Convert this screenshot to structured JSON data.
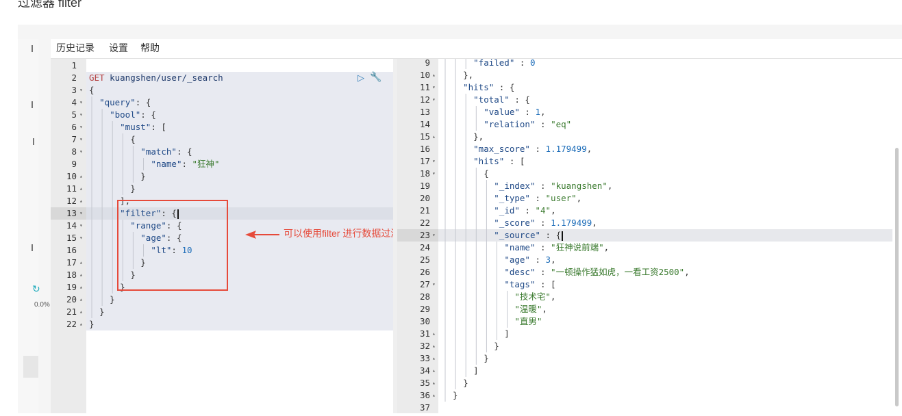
{
  "page": {
    "heading": "过滤器 filter"
  },
  "menu": [
    "历史记录",
    "设置",
    "帮助"
  ],
  "sidebar": {
    "percent": "0.0%",
    "icons": [
      "refresh-icon",
      "close-icon"
    ]
  },
  "request": {
    "active_line": 13,
    "lines": [
      [],
      [
        {
          "t": "GET ",
          "c": "method"
        },
        {
          "t": "kuangshen/user/_search",
          "c": "url"
        }
      ],
      [
        {
          "t": "{",
          "c": "punc"
        }
      ],
      [
        {
          "t": "  ",
          "c": "punc"
        },
        {
          "t": "\"query\"",
          "c": "key"
        },
        {
          "t": ": {",
          "c": "punc"
        }
      ],
      [
        {
          "t": "    ",
          "c": "punc"
        },
        {
          "t": "\"bool\"",
          "c": "key"
        },
        {
          "t": ": {",
          "c": "punc"
        }
      ],
      [
        {
          "t": "      ",
          "c": "punc"
        },
        {
          "t": "\"must\"",
          "c": "key"
        },
        {
          "t": ": [",
          "c": "punc"
        }
      ],
      [
        {
          "t": "        {",
          "c": "punc"
        }
      ],
      [
        {
          "t": "          ",
          "c": "punc"
        },
        {
          "t": "\"match\"",
          "c": "key"
        },
        {
          "t": ": {",
          "c": "punc"
        }
      ],
      [
        {
          "t": "            ",
          "c": "punc"
        },
        {
          "t": "\"name\"",
          "c": "key"
        },
        {
          "t": ": ",
          "c": "punc"
        },
        {
          "t": "\"狂神\"",
          "c": "str"
        }
      ],
      [
        {
          "t": "          }",
          "c": "punc"
        }
      ],
      [
        {
          "t": "        }",
          "c": "punc"
        }
      ],
      [
        {
          "t": "      ],",
          "c": "punc"
        }
      ],
      [
        {
          "t": "      ",
          "c": "punc"
        },
        {
          "t": "\"filter\"",
          "c": "key"
        },
        {
          "t": ": {",
          "c": "punc"
        },
        {
          "t": "",
          "c": "cursor"
        }
      ],
      [
        {
          "t": "        ",
          "c": "punc"
        },
        {
          "t": "\"range\"",
          "c": "key"
        },
        {
          "t": ": {",
          "c": "punc"
        }
      ],
      [
        {
          "t": "          ",
          "c": "punc"
        },
        {
          "t": "\"age\"",
          "c": "key"
        },
        {
          "t": ": {",
          "c": "punc"
        }
      ],
      [
        {
          "t": "            ",
          "c": "punc"
        },
        {
          "t": "\"lt\"",
          "c": "key"
        },
        {
          "t": ": ",
          "c": "punc"
        },
        {
          "t": "10",
          "c": "num"
        }
      ],
      [
        {
          "t": "          }",
          "c": "punc"
        }
      ],
      [
        {
          "t": "        }",
          "c": "punc"
        }
      ],
      [
        {
          "t": "      }",
          "c": "punc"
        }
      ],
      [
        {
          "t": "    }",
          "c": "punc"
        }
      ],
      [
        {
          "t": "  }",
          "c": "punc"
        }
      ],
      [
        {
          "t": "}",
          "c": "punc"
        }
      ]
    ],
    "folds": {
      "3": "▾",
      "4": "▾",
      "5": "▾",
      "6": "▾",
      "7": "▾",
      "8": "▾",
      "10": "▴",
      "11": "▴",
      "12": "▴",
      "13": "▾",
      "14": "▾",
      "15": "▾",
      "17": "▴",
      "18": "▴",
      "19": "▴",
      "20": "▴",
      "21": "▴",
      "22": "▴"
    }
  },
  "annotation": {
    "text": "可以使用filter 进行数据过滤"
  },
  "response": {
    "first_line": 9,
    "active_line": 23,
    "lines": [
      [
        {
          "t": "      ",
          "c": "punc"
        },
        {
          "t": "\"failed\"",
          "c": "key"
        },
        {
          "t": " : ",
          "c": "punc"
        },
        {
          "t": "0",
          "c": "num"
        }
      ],
      [
        {
          "t": "    },",
          "c": "punc"
        }
      ],
      [
        {
          "t": "    ",
          "c": "punc"
        },
        {
          "t": "\"hits\"",
          "c": "key"
        },
        {
          "t": " : {",
          "c": "punc"
        }
      ],
      [
        {
          "t": "      ",
          "c": "punc"
        },
        {
          "t": "\"total\"",
          "c": "key"
        },
        {
          "t": " : {",
          "c": "punc"
        }
      ],
      [
        {
          "t": "        ",
          "c": "punc"
        },
        {
          "t": "\"value\"",
          "c": "key"
        },
        {
          "t": " : ",
          "c": "punc"
        },
        {
          "t": "1",
          "c": "num"
        },
        {
          "t": ",",
          "c": "punc"
        }
      ],
      [
        {
          "t": "        ",
          "c": "punc"
        },
        {
          "t": "\"relation\"",
          "c": "key"
        },
        {
          "t": " : ",
          "c": "punc"
        },
        {
          "t": "\"eq\"",
          "c": "str"
        }
      ],
      [
        {
          "t": "      },",
          "c": "punc"
        }
      ],
      [
        {
          "t": "      ",
          "c": "punc"
        },
        {
          "t": "\"max_score\"",
          "c": "key"
        },
        {
          "t": " : ",
          "c": "punc"
        },
        {
          "t": "1.179499",
          "c": "num"
        },
        {
          "t": ",",
          "c": "punc"
        }
      ],
      [
        {
          "t": "      ",
          "c": "punc"
        },
        {
          "t": "\"hits\"",
          "c": "key"
        },
        {
          "t": " : [",
          "c": "punc"
        }
      ],
      [
        {
          "t": "        {",
          "c": "punc"
        }
      ],
      [
        {
          "t": "          ",
          "c": "punc"
        },
        {
          "t": "\"_index\"",
          "c": "key"
        },
        {
          "t": " : ",
          "c": "punc"
        },
        {
          "t": "\"kuangshen\"",
          "c": "str"
        },
        {
          "t": ",",
          "c": "punc"
        }
      ],
      [
        {
          "t": "          ",
          "c": "punc"
        },
        {
          "t": "\"_type\"",
          "c": "key"
        },
        {
          "t": " : ",
          "c": "punc"
        },
        {
          "t": "\"user\"",
          "c": "str"
        },
        {
          "t": ",",
          "c": "punc"
        }
      ],
      [
        {
          "t": "          ",
          "c": "punc"
        },
        {
          "t": "\"_id\"",
          "c": "key"
        },
        {
          "t": " : ",
          "c": "punc"
        },
        {
          "t": "\"4\"",
          "c": "str"
        },
        {
          "t": ",",
          "c": "punc"
        }
      ],
      [
        {
          "t": "          ",
          "c": "punc"
        },
        {
          "t": "\"_score\"",
          "c": "key"
        },
        {
          "t": " : ",
          "c": "punc"
        },
        {
          "t": "1.179499",
          "c": "num"
        },
        {
          "t": ",",
          "c": "punc"
        }
      ],
      [
        {
          "t": "          ",
          "c": "punc"
        },
        {
          "t": "\"_source\"",
          "c": "key"
        },
        {
          "t": " : {",
          "c": "punc"
        },
        {
          "t": "",
          "c": "cursor"
        }
      ],
      [
        {
          "t": "            ",
          "c": "punc"
        },
        {
          "t": "\"name\"",
          "c": "key"
        },
        {
          "t": " : ",
          "c": "punc"
        },
        {
          "t": "\"狂神说前端\"",
          "c": "str"
        },
        {
          "t": ",",
          "c": "punc"
        }
      ],
      [
        {
          "t": "            ",
          "c": "punc"
        },
        {
          "t": "\"age\"",
          "c": "key"
        },
        {
          "t": " : ",
          "c": "punc"
        },
        {
          "t": "3",
          "c": "num"
        },
        {
          "t": ",",
          "c": "punc"
        }
      ],
      [
        {
          "t": "            ",
          "c": "punc"
        },
        {
          "t": "\"desc\"",
          "c": "key"
        },
        {
          "t": " : ",
          "c": "punc"
        },
        {
          "t": "\"一顿操作猛如虎，一看工资2500\"",
          "c": "str"
        },
        {
          "t": ",",
          "c": "punc"
        }
      ],
      [
        {
          "t": "            ",
          "c": "punc"
        },
        {
          "t": "\"tags\"",
          "c": "key"
        },
        {
          "t": " : [",
          "c": "punc"
        }
      ],
      [
        {
          "t": "              ",
          "c": "punc"
        },
        {
          "t": "\"技术宅\"",
          "c": "str"
        },
        {
          "t": ",",
          "c": "punc"
        }
      ],
      [
        {
          "t": "              ",
          "c": "punc"
        },
        {
          "t": "\"温暖\"",
          "c": "str"
        },
        {
          "t": ",",
          "c": "punc"
        }
      ],
      [
        {
          "t": "              ",
          "c": "punc"
        },
        {
          "t": "\"直男\"",
          "c": "str"
        }
      ],
      [
        {
          "t": "            ]",
          "c": "punc"
        }
      ],
      [
        {
          "t": "          }",
          "c": "punc"
        }
      ],
      [
        {
          "t": "        }",
          "c": "punc"
        }
      ],
      [
        {
          "t": "      ]",
          "c": "punc"
        }
      ],
      [
        {
          "t": "    }",
          "c": "punc"
        }
      ],
      [
        {
          "t": "  }",
          "c": "punc"
        }
      ],
      []
    ],
    "folds": {
      "10": "▴",
      "11": "▾",
      "12": "▾",
      "15": "▴",
      "17": "▾",
      "18": "▾",
      "23": "▾",
      "27": "▾",
      "31": "▴",
      "32": "▴",
      "33": "▴",
      "34": "▴",
      "35": "▴",
      "36": "▴"
    }
  },
  "colors": {
    "accent": "#2a7ab7",
    "annotation": "#e64a3a"
  }
}
